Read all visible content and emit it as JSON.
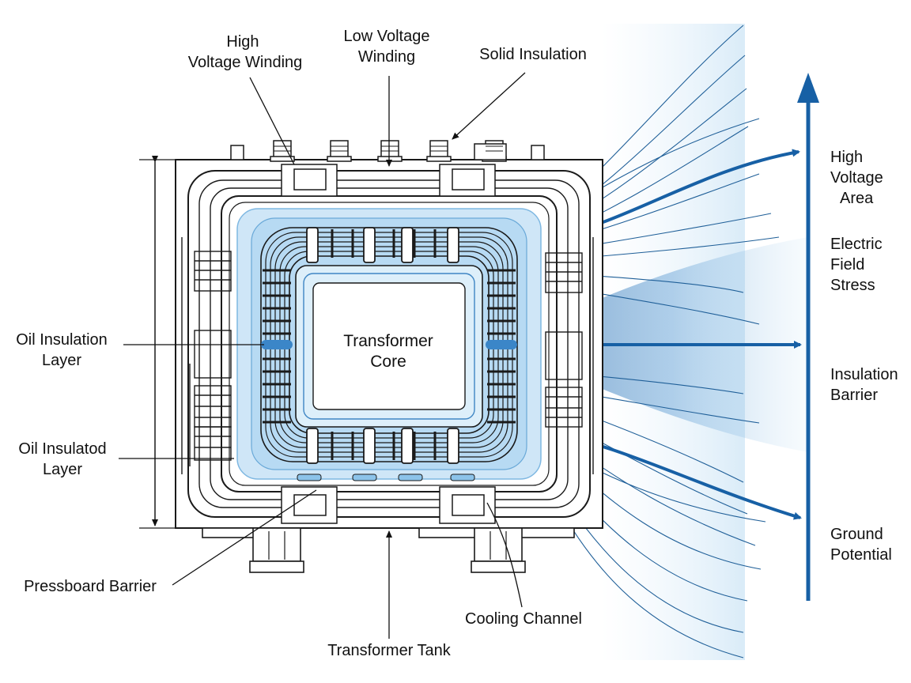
{
  "labels": {
    "high_voltage_winding": [
      "High",
      "Voltage Winding"
    ],
    "low_voltage_winding": [
      "Low Voltage",
      "Winding"
    ],
    "solid_insulation": "Solid Insulation",
    "oil_insulation_layer": [
      "Oil Insulation",
      "Layer"
    ],
    "oil_insulated_layer": [
      "Oil Insulatod",
      "Layer"
    ],
    "transformer_core": [
      "Transformer",
      "Core"
    ],
    "pressboard_barrier": "Pressboard Barrier",
    "cooling_channel": "Cooling Channel",
    "transformer_tank": "Transformer Tank",
    "high_voltage_area": [
      "High",
      "Voltage",
      "Area"
    ],
    "electric_field_stress": [
      "Electric",
      "Field",
      "Stress"
    ],
    "insulation_barrier": [
      "Insulation",
      "Barrier"
    ],
    "ground_potential": [
      "Ground",
      "Potential"
    ]
  },
  "colors": {
    "outline": "#1a1a1a",
    "field_blue": "#1760a5",
    "oil_light": "#d6ebf8",
    "oil_mid": "#a9d2ef"
  }
}
